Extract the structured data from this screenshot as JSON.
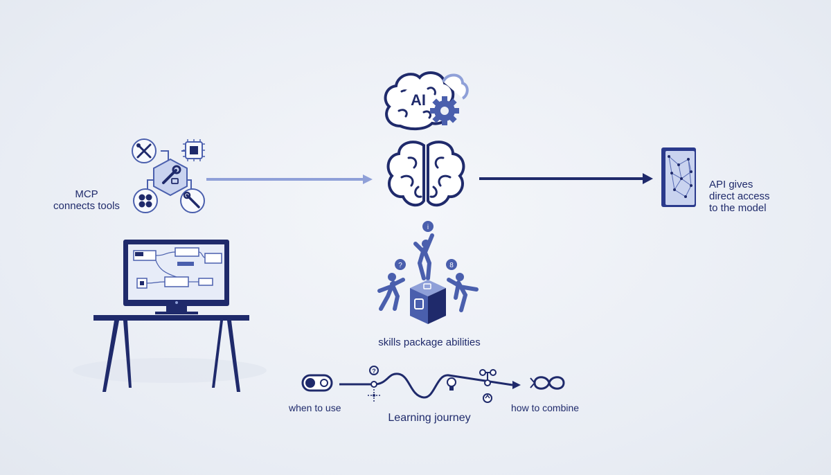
{
  "colors": {
    "navy": "#1f2a6b",
    "mid_blue": "#4a5fad",
    "light_blue": "#8fa0d8",
    "pale_blue": "#dde3f4",
    "background": "#edf0f6"
  },
  "mcp": {
    "label_line1": "MCP",
    "label_line2": "connects tools",
    "icons": [
      "wrench-screwdriver-icon",
      "chip-icon",
      "tools-hub-icon",
      "flower-icon",
      "wrench-icon"
    ]
  },
  "model": {
    "ai_badge": "AI",
    "icons": [
      "ai-brain-icon",
      "gear-icon",
      "brain-icon"
    ]
  },
  "api": {
    "label_line1": "API gives",
    "label_line2": "direct access",
    "label_line3": "to the model",
    "icons": [
      "network-panel-icon"
    ]
  },
  "skills": {
    "label": "skills package abilities",
    "icons": [
      "person-question-icon",
      "person-info-icon",
      "person-hint-icon",
      "package-box-icon"
    ]
  },
  "journey": {
    "start_label": "when to use",
    "middle_label": "Learning journey",
    "end_label": "how to combine",
    "icons": [
      "toggle-icon",
      "question-icon",
      "crosshair-icon",
      "lightbulb-icon",
      "nodes-icon",
      "infinity-icon"
    ]
  },
  "workstation": {
    "icons": [
      "desk-icon",
      "monitor-icon",
      "workflow-screen-icon"
    ]
  }
}
